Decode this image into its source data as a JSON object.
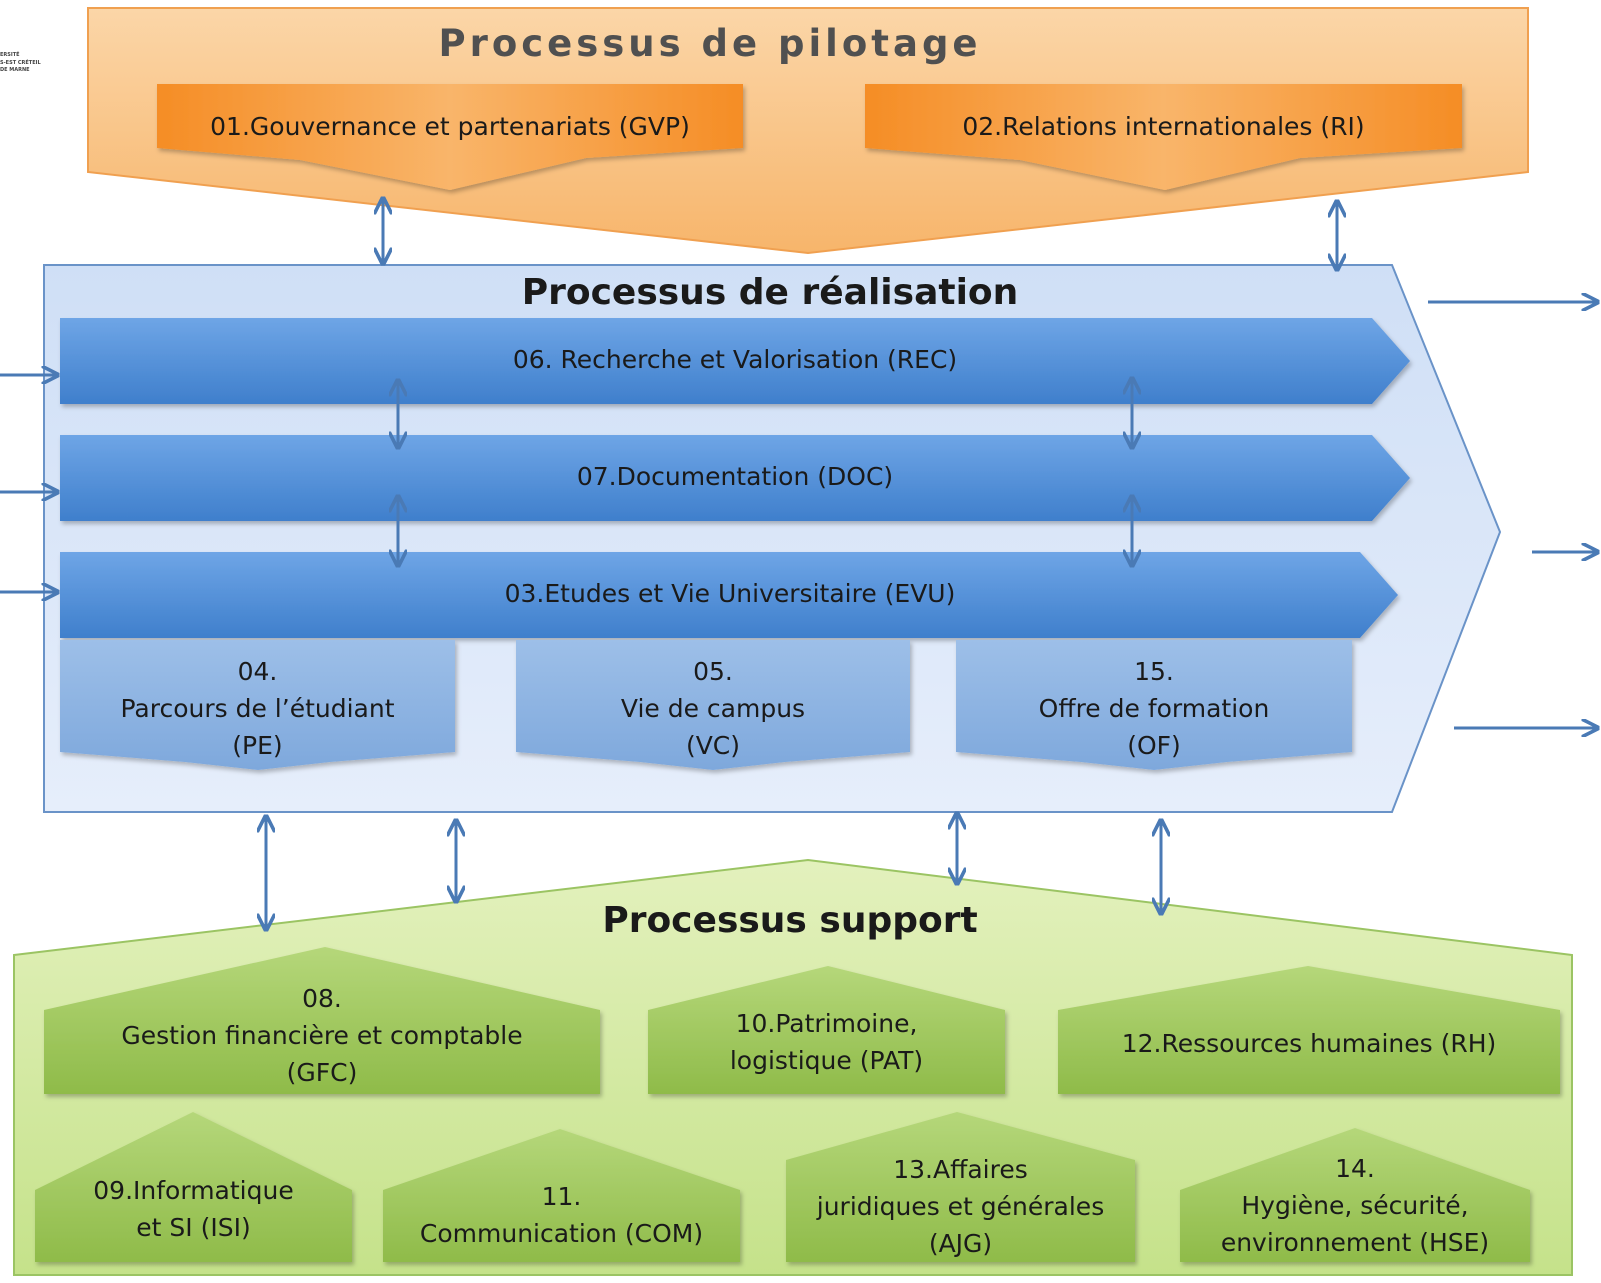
{
  "logo": {
    "lines": [
      "ERSITÉ",
      "S-EST CRÉTEIL",
      "DE MARNE"
    ]
  },
  "pilotage": {
    "title": "Processus de pilotage",
    "items": [
      {
        "label": "01.Gouvernance et partenariats (GVP)"
      },
      {
        "label": "02.Relations internationales (RI)"
      }
    ]
  },
  "realisation": {
    "title": "Processus de réalisation",
    "arrows": [
      {
        "label": "06. Recherche et Valorisation (REC)"
      },
      {
        "label": "07.Documentation (DOC)"
      },
      {
        "label": "03.Etudes et Vie Universitaire (EVU)"
      }
    ],
    "subitems": [
      {
        "line1": "04.",
        "line2": "Parcours de l’étudiant",
        "line3": "(PE)"
      },
      {
        "line1": "05.",
        "line2": "Vie de campus",
        "line3": "(VC)"
      },
      {
        "line1": "15.",
        "line2": "Offre de formation",
        "line3": "(OF)"
      }
    ]
  },
  "support": {
    "title": "Processus support",
    "items": [
      {
        "lines": [
          "08.",
          "Gestion financière et comptable",
          "(GFC)"
        ]
      },
      {
        "lines": [
          "10.Patrimoine,",
          "logistique (PAT)"
        ]
      },
      {
        "lines": [
          "12.Ressources humaines (RH)"
        ]
      },
      {
        "lines": [
          "09.Informatique",
          "et SI (ISI)"
        ]
      },
      {
        "lines": [
          "11.",
          "Communication (COM)"
        ]
      },
      {
        "lines": [
          "13.Affaires",
          "juridiques et générales",
          "(AJG)"
        ]
      },
      {
        "lines": [
          "14.",
          "Hygiène, sécurité,",
          "environnement (HSE)"
        ]
      }
    ]
  },
  "colors": {
    "pilotage_bg": "#f9c98f",
    "pilotage_box": "#f59a3c",
    "realisation_bg": "#d6e3f7",
    "realisation_arrow": "#5592d9",
    "realisation_sub": "#8db4e2",
    "support_bg": "#d4ea9f",
    "support_box": "#9cc45a",
    "connector": "#4a7ab5"
  }
}
